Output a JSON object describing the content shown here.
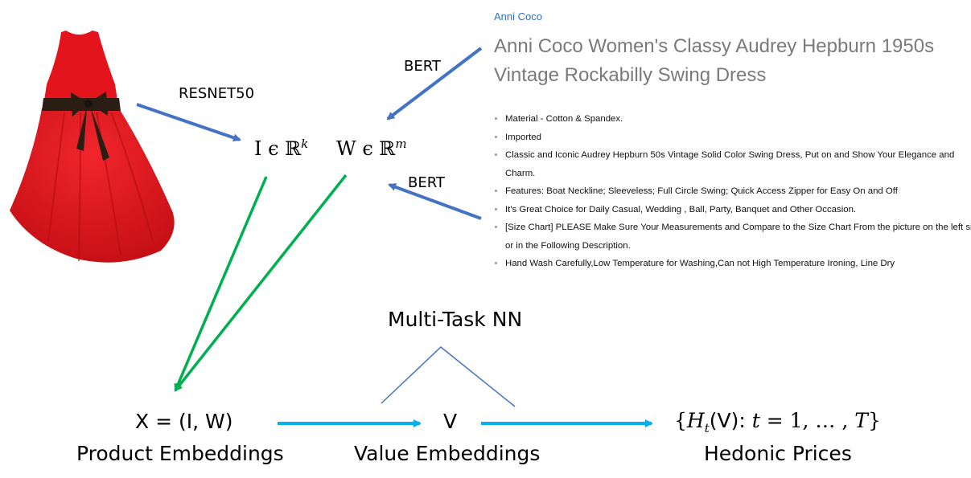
{
  "product": {
    "brand": "Anni Coco",
    "title": "Anni Coco Women's Classy Audrey Hepburn 1950s Vintage Rockabilly Swing Dress",
    "bullets": [
      "Material - Cotton & Spandex.",
      "Imported",
      "Classic and Iconic Audrey Hepburn 50s Vintage Solid Color Swing Dress, Put on and Show Your Elegance and Charm.",
      "Features: Boat Neckline; Sleeveless; Full Circle Swing; Quick Access Zipper for Easy On and Off",
      "It's Great Choice for Daily Casual, Wedding , Ball, Party, Banquet and Other Occasion.",
      "[Size Chart] PLEASE Make Sure Your Measurements and Compare to the Size Chart From the picture on the left side or in the Following Description.",
      "Hand Wash Carefully,Low Temperature for Washing,Can not High Temperature Ironing, Line Dry"
    ]
  },
  "labels": {
    "resnet": "RESNET50",
    "bert_top": "BERT",
    "bert_bottom": "BERT",
    "multitask": "Multi-Task NN"
  },
  "math": {
    "image_vec": "I",
    "image_dim": "k",
    "text_vec": "W",
    "text_dim": "m",
    "member": "ϵ",
    "reals": "ℝ"
  },
  "nodes": {
    "x_formula": "X = (I, W)",
    "x_caption": "Product Embeddings",
    "v_formula": "V",
    "v_caption": "Value Embeddings",
    "h_open": "{",
    "h_letter": "H",
    "h_sub": "t",
    "h_arg": "(V): ",
    "h_t": "t",
    "h_rest": " = 1, … , ",
    "h_T": "T",
    "h_close": "}",
    "h_caption": "Hedonic Prices"
  },
  "colors": {
    "blue_arrow": "#4472c4",
    "green_arrow": "#00b050",
    "cyan_arrow": "#00b0f0",
    "dress_red": "#e3141b",
    "belt": "#2a1d14",
    "brand_link": "#2f6fc4",
    "title_gray": "#7a7a7a"
  },
  "icons": {
    "dress": "red-swing-dress-image"
  }
}
